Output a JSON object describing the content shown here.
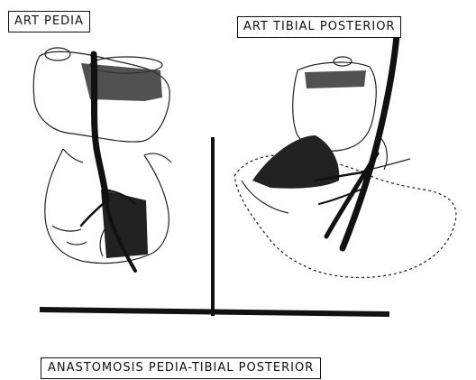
{
  "labels": {
    "left": "ART PEDIA",
    "right": "ART TIBIAL POSTERIOR",
    "bottom": "ANASTOMOSIS PEDIA-TIBIAL POSTERIOR"
  },
  "colors": {
    "ink": "#111111",
    "paper": "#ffffff"
  }
}
